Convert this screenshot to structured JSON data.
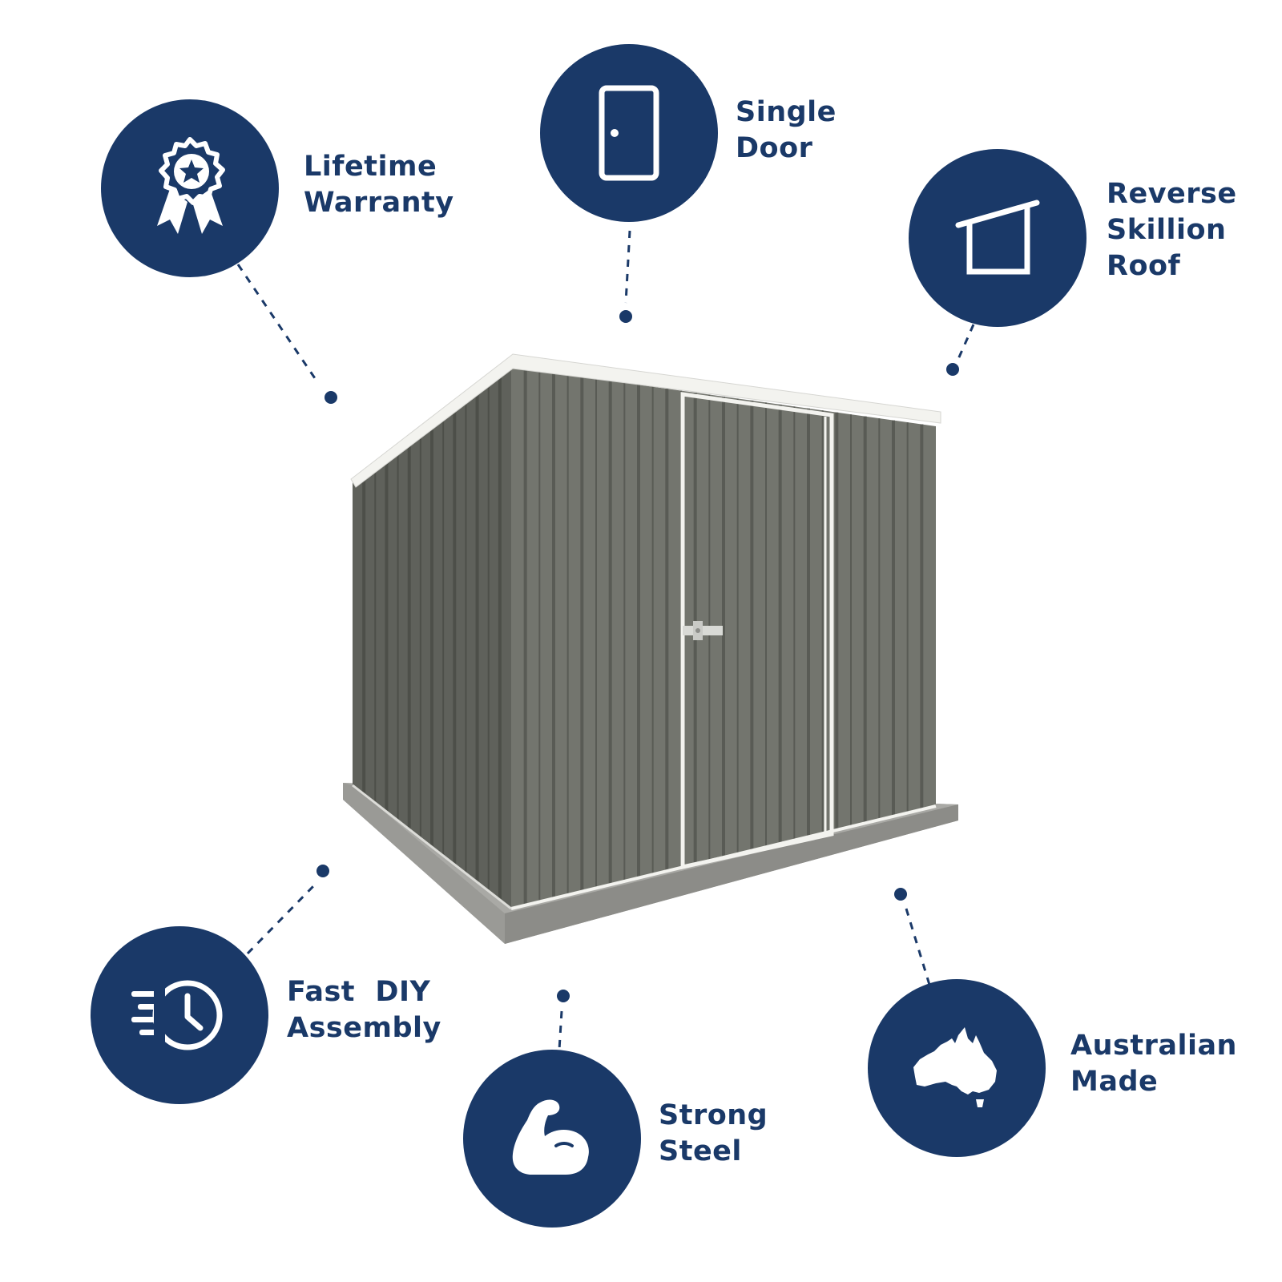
{
  "colors": {
    "badge": "#1a3968",
    "label": "#1a3968",
    "icon": "#ffffff",
    "connector": "#1a3968",
    "shed_cladding": "#73756e",
    "shed_rib_dark": "#595b55",
    "shed_trim": "#f3f3ef",
    "slab": "#9a9a96"
  },
  "product": {
    "image": "shed-photo"
  },
  "features": [
    {
      "id": "lifetime-warranty",
      "icon": "award-ribbon-icon",
      "lines": [
        "Lifetime",
        "Warranty"
      ]
    },
    {
      "id": "single-door",
      "icon": "door-icon",
      "lines": [
        "Single",
        "Door"
      ]
    },
    {
      "id": "reverse-skillion-roof",
      "icon": "skillion-roof-icon",
      "lines": [
        "Reverse",
        "Skillion",
        "Roof"
      ]
    },
    {
      "id": "fast-diy-assembly",
      "icon": "fast-clock-icon",
      "lines": [
        "Fast  DIY",
        "Assembly"
      ]
    },
    {
      "id": "strong-steel",
      "icon": "flexed-arm-icon",
      "lines": [
        "Strong",
        "Steel"
      ]
    },
    {
      "id": "australian-made",
      "icon": "australia-map-icon",
      "lines": [
        "Australian",
        "Made"
      ]
    }
  ]
}
